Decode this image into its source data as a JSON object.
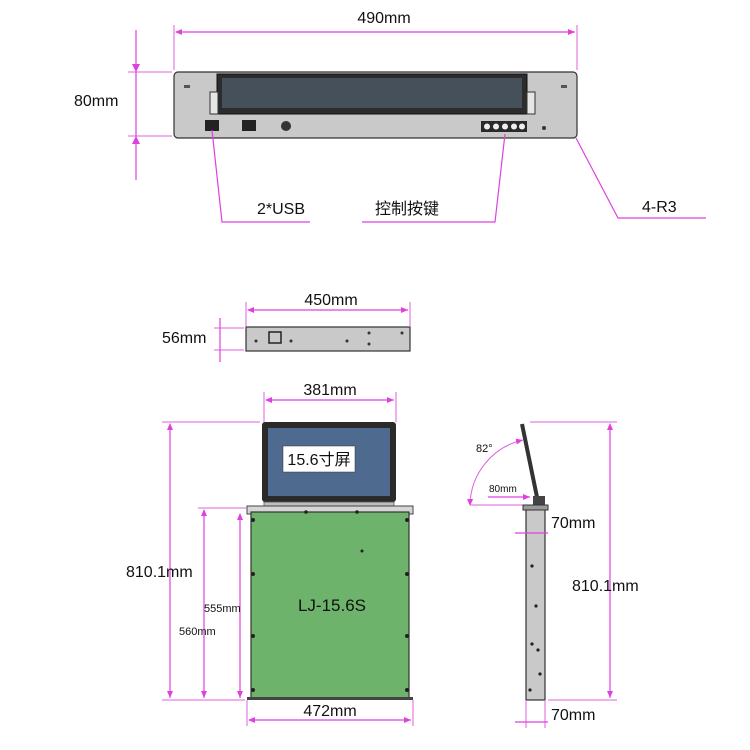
{
  "front_view": {
    "width_label": "490mm",
    "height_label": "80mm",
    "usb_label": "2*USB",
    "keys_label": "控制按键",
    "radius_label": "4-R3"
  },
  "top_view": {
    "width_label": "450mm",
    "height_label": "56mm"
  },
  "main_view": {
    "screen_width_label": "381mm",
    "screen_text": "15.6寸屏",
    "model_label": "LJ-15.6S",
    "total_height_label": "810.1mm",
    "inner_height_a_label": "555mm",
    "inner_height_b_label": "560mm",
    "body_width_label": "472mm",
    "body_color": "#6db36b",
    "screen_color": "#4e6a8e"
  },
  "side_view": {
    "angle_label": "82°",
    "offset_label": "80mm",
    "top_width_label": "70mm",
    "total_height_label": "810.1mm",
    "bottom_width_label": "70mm"
  },
  "colors": {
    "dimension_line": "#e040e0",
    "panel_steel": "#c9c9c9"
  }
}
